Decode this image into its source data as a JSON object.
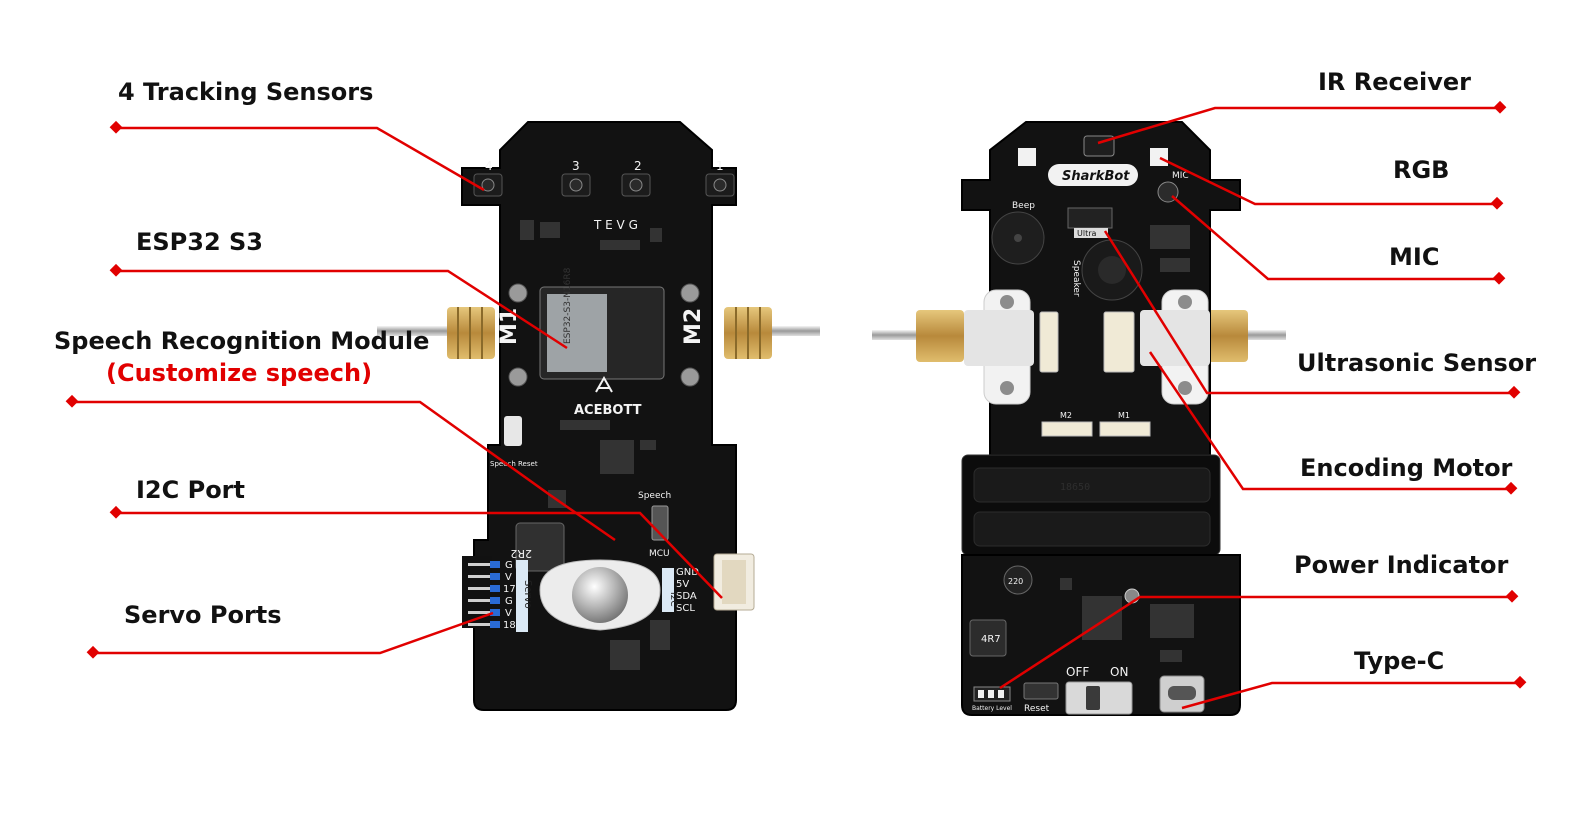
{
  "colors": {
    "leader": "#e10000",
    "pcb": "#111111",
    "pcb_edge": "#000000",
    "silk": "#f2f2f2",
    "gold": "#c9a24a",
    "highlight": "#e10000"
  },
  "left_labels": {
    "tracking": "4 Tracking Sensors",
    "esp32": "ESP32 S3",
    "speech": "Speech Recognition Module",
    "speech_sub": "(Customize speech)",
    "i2c": "I2C Port",
    "servo": "Servo Ports"
  },
  "right_labels": {
    "ir": "IR Receiver",
    "rgb": "RGB",
    "mic": "MIC",
    "ultrasonic": "Ultrasonic Sensor",
    "encoding": "Encoding Motor",
    "power": "Power Indicator",
    "typec": "Type-C"
  },
  "front_board": {
    "sensor_numbers": [
      "4",
      "3",
      "2",
      "1"
    ],
    "tevg": "T E V G",
    "motor_left": "M1",
    "motor_right": "M2",
    "module_text": "ESP32-S3-N16R8",
    "brand": "ACEBOTT",
    "speech_reset": "Speech Reset",
    "speech_switch": "Speech",
    "mcu": "MCU",
    "inductor": "2R2",
    "i2c_pins": [
      "GND",
      "5V",
      "SDA",
      "SCL"
    ],
    "i2c_tag": "I2C",
    "servo_tag": "Servo",
    "servo_pins": [
      "G",
      "V",
      "17",
      "G",
      "V",
      "18"
    ]
  },
  "back_board": {
    "logo": "SharkBot",
    "beep": "Beep",
    "mic": "MIC",
    "ultra": "Ultra",
    "speaker": "Speaker",
    "m2": "M2",
    "m1": "M1",
    "battery_mark": "18650",
    "inductor": "4R7",
    "cap": "220",
    "off": "OFF",
    "on": "ON",
    "reset": "Reset",
    "battery_level": "Battery Level"
  }
}
